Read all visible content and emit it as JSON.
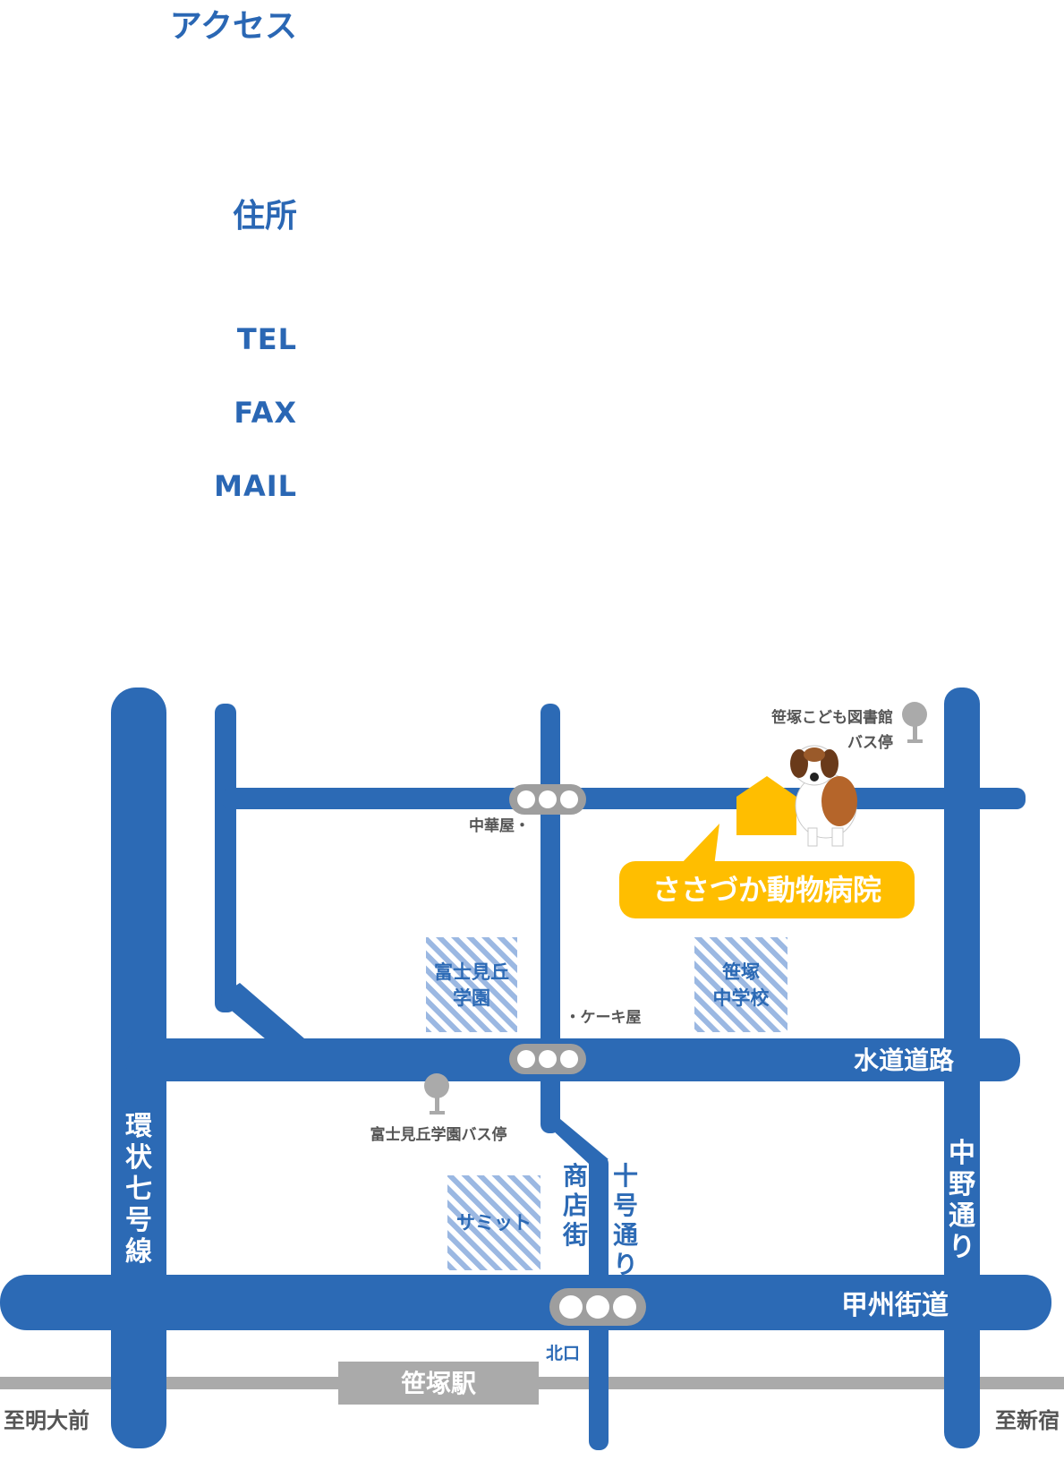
{
  "labels": {
    "access": "アクセス",
    "address": "住所",
    "tel": "TEL",
    "fax": "FAX",
    "mail": "MAIL"
  },
  "map": {
    "clinic_name": "ささづか動物病院",
    "roads": {
      "kanjo7": "環状七号線",
      "suido": "水道道路",
      "koshu": "甲州街道",
      "juugou": "十号通り",
      "nakano": "中野通り",
      "shotengai": "商店街"
    },
    "landmarks": {
      "fujimigaoka_gakuen": "富士見丘\n学園",
      "sasazuka_chugakko": "笹塚\n中学校",
      "summit": "サミット",
      "chukaya": "中華屋・",
      "cakeya": "・ケーキ屋",
      "library_bus_stop": "笹塚こども図書館\nバス停",
      "fujimigaoka_bus_stop": "富士見丘学園バス停",
      "kitaguchi": "北口"
    },
    "station": "笹塚駅",
    "directions": {
      "west": "至明大前",
      "east": "至新宿"
    },
    "colors": {
      "road": "#2c6ab5",
      "clinic": "#ffbe00",
      "railway": "#aaaaaa",
      "stripe": "#9bb8e2",
      "text_gray": "#555555"
    }
  }
}
